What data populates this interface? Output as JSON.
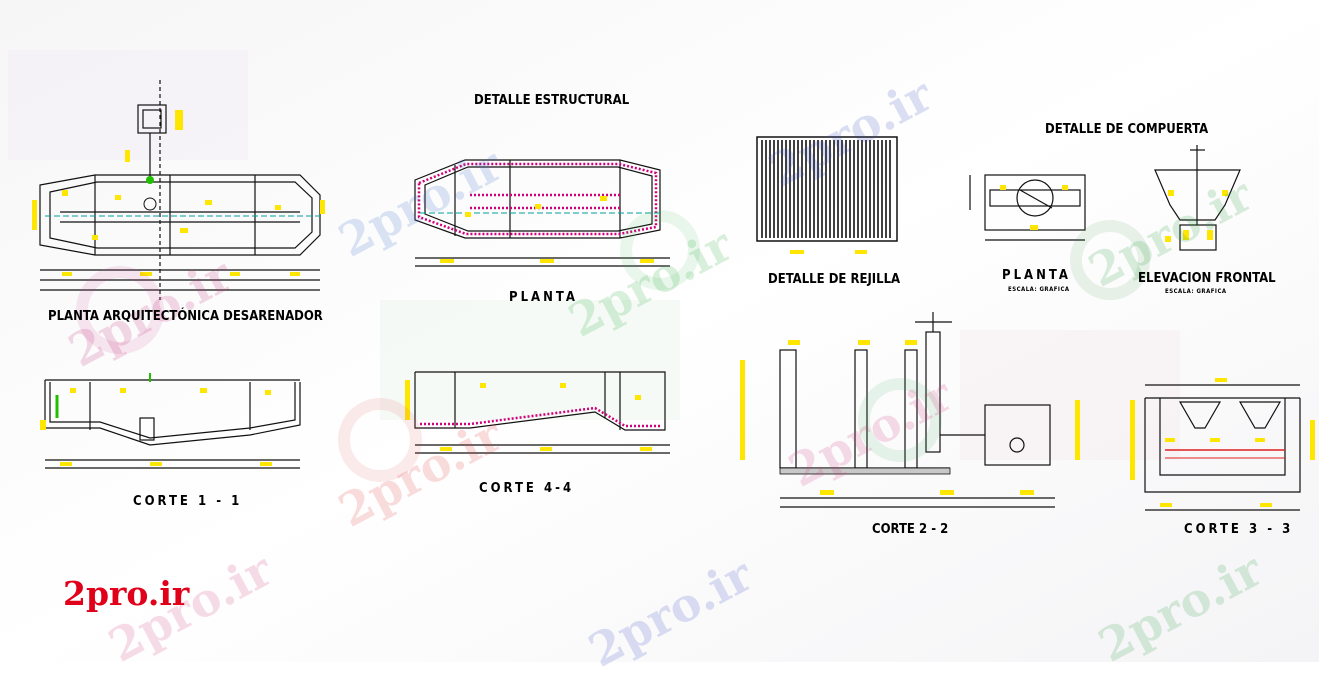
{
  "labels": {
    "detalle_estructural": "DETALLE ESTRUCTURAL",
    "detalle_compuerta": "DETALLE DE COMPUERTA",
    "planta_1": "PLANTA",
    "planta_2": "PLANTA",
    "planta_arq": "PLANTA ARQUITECTÓNICA DESARENADOR",
    "detalle_rejilla": "DETALLE DE REJILLA",
    "elevacion_frontal": "ELEVACION FRONTAL",
    "escala_planta": "ESCALA: GRAFICA",
    "escala_elevacion": "ESCALA: GRAFICA",
    "corte_1_1": "CORTE 1 - 1",
    "corte_4_4": "CORTE 4-4",
    "corte_2_2": "CORTE 2 - 2",
    "corte_3_3": "CORTE 3 - 3"
  },
  "brand": "2pro.ir",
  "watermark": "2pro.ir",
  "colors": {
    "line": "#111111",
    "dimension": "#ffe600",
    "rebar": "#d0007a",
    "axis": "#00a0a0",
    "brand": "#e0001a"
  }
}
